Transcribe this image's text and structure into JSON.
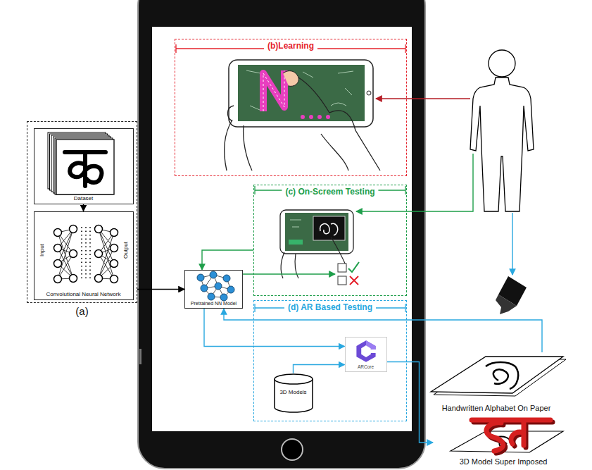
{
  "diagram": {
    "nodes": [
      {
        "text": [
          "(b)Learning"
        ]
      },
      {
        "text": [
          "(c) On-Screem Testing"
        ]
      },
      {
        "text": [
          "(a)"
        ]
      },
      {
        "text": [
          "Dataset"
        ],
        "in": 2
      },
      {
        "text": [
          "Convolutional Neural Network",
          "Input",
          "Output"
        ],
        "in": 2
      },
      {
        "text": [
          "Pretrained NN Model"
        ]
      },
      {
        "text": [
          "(d) AR Based Testing"
        ]
      },
      {
        "text": [
          "ARCore"
        ],
        "in": 6
      },
      {
        "text": [
          "3D Models"
        ],
        "in": 6
      },
      {
        "text": [
          "Handwritten Alphabet On Paper"
        ]
      },
      {
        "text": [
          "3D Model Super Imposed"
        ]
      }
    ],
    "edges": [
      {
        "from": 3,
        "to": 4,
        "arrow": "to"
      },
      {
        "from": 2,
        "to": 5,
        "arrow": "to"
      },
      {
        "from": 1,
        "to": 5,
        "arrow": "to"
      },
      {
        "from": 9,
        "to": 5,
        "arrow": "to"
      },
      {
        "from": 5,
        "to": 7,
        "arrow": "to"
      },
      {
        "from": 8,
        "to": 7,
        "arrow": "to"
      },
      {
        "from": 7,
        "to": 10,
        "arrow": "to"
      }
    ]
  }
}
